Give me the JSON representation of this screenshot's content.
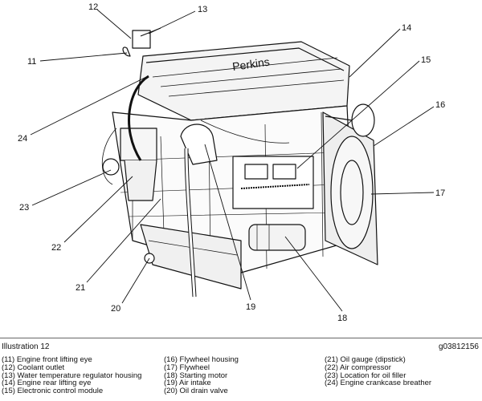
{
  "callouts": [
    "11",
    "12",
    "13",
    "14",
    "15",
    "16",
    "17",
    "18",
    "19",
    "20",
    "21",
    "22",
    "23",
    "24"
  ],
  "valve_cover_brand": "Perkins",
  "caption": {
    "title": "Illustration 12",
    "code": "g03812156",
    "legend": [
      [
        "(11) Engine front lifting eye",
        "(12) Coolant outlet",
        "(13) Water temperature regulator housing",
        "(14) Engine rear lifting eye",
        "(15) Electronic control module"
      ],
      [
        "(16) Flywheel housing",
        "(17) Flywheel",
        "(18) Starting motor",
        "(19) Air intake",
        "(20) Oil drain valve"
      ],
      [
        "(21) Oil gauge (dipstick)",
        "(22) Air compressor",
        "(23) Location for oil filler",
        "(24) Engine crankcase breather"
      ]
    ]
  }
}
